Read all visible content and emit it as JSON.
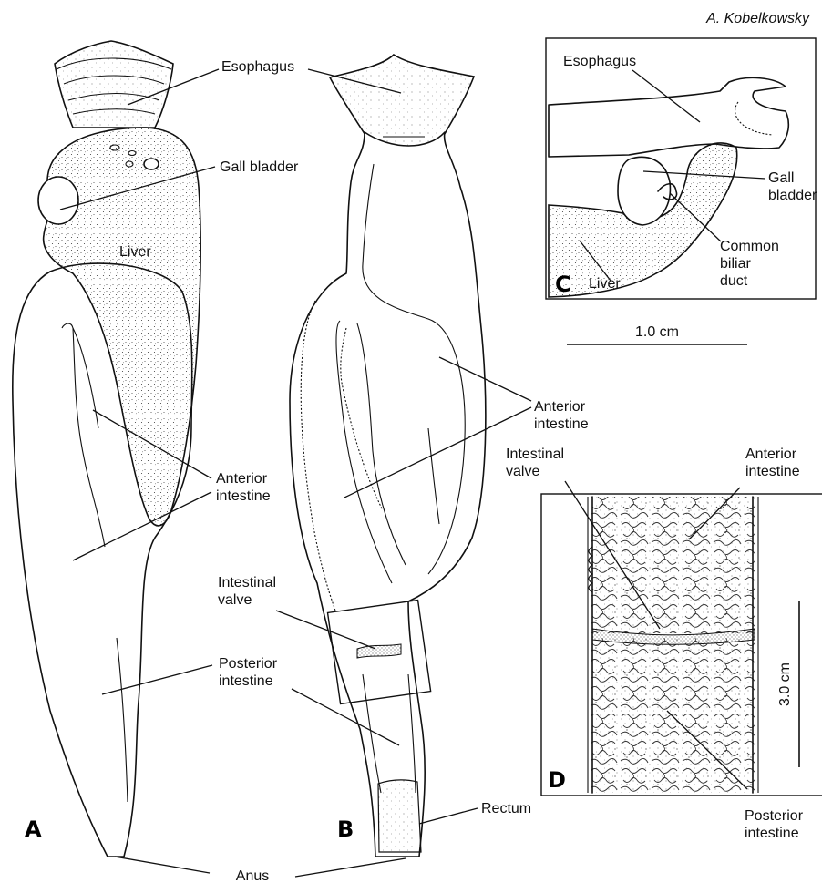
{
  "credit": "A. Kobelkowsky",
  "panels": {
    "a": "A",
    "b": "B",
    "c": "C",
    "d": "D"
  },
  "labels": {
    "esophagus_a": "Esophagus",
    "gall_bladder_a": "Gall bladder",
    "liver_a": "Liver",
    "anterior_intestine_a": [
      "Anterior",
      "intestine"
    ],
    "posterior_intestine_a": [
      "Posterior",
      "intestine"
    ],
    "anterior_intestine_b": [
      "Anterior",
      "intestine"
    ],
    "intestinal_valve_b": [
      "Intestinal",
      "valve"
    ],
    "rectum": "Rectum",
    "anus": "Anus",
    "esophagus_c": "Esophagus",
    "gall_bladder_c": [
      "Gall",
      "bladder"
    ],
    "common_biliar_duct": [
      "Common",
      "biliar",
      "duct"
    ],
    "liver_c": "Liver",
    "intestinal_valve_d": [
      "Intestinal",
      "valve"
    ],
    "anterior_intestine_d": [
      "Anterior",
      "intestine"
    ],
    "posterior_intestine_d": [
      "Posterior",
      "intestine"
    ]
  },
  "scale_bars": {
    "c_bar": "1.0 cm",
    "d_bar": "3.0 cm"
  },
  "colors": {
    "ink": "#111111",
    "background": "#ffffff"
  }
}
